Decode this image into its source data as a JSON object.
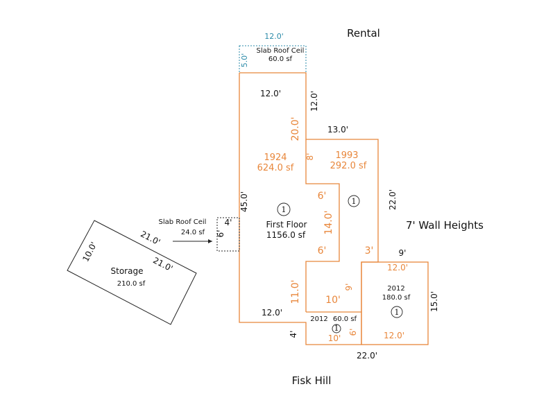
{
  "labels": {
    "rental": "Rental",
    "fisk_hill": "Fisk Hill",
    "wall_heights": "7' Wall Heights"
  },
  "slab_top": {
    "title": "Slab Roof Ceil",
    "area": "60.0 sf",
    "width": "12.0'",
    "depth": "5.0'"
  },
  "slab_left": {
    "title": "Slab Roof Ceil",
    "area": "24.0 sf",
    "width": "4'",
    "depth": "6'"
  },
  "storage": {
    "title": "Storage",
    "area": "210.0 sf",
    "len_top": "21.0'",
    "len_inner": "21.0'",
    "side": "10.0'"
  },
  "first_floor": {
    "title": "First Floor",
    "area": "1156.0 sf",
    "marker": "1",
    "marker2": "1"
  },
  "section_1924": {
    "year": "1924",
    "area": "624.0 sf"
  },
  "section_1993": {
    "year": "1993",
    "area": "292.0 sf"
  },
  "section_2012_right": {
    "year": "2012",
    "area": "180.0 sf",
    "marker": "1"
  },
  "section_2012_small": {
    "year": "2012",
    "area": "60.0 sf",
    "marker": "1"
  },
  "dimensions": {
    "top_12": "12.0'",
    "right_12": "12.0'",
    "d_20": "20.0'",
    "d_13": "13.0'",
    "d_8": "8'",
    "d_22_right": "22.0'",
    "d_45": "45.0'",
    "d_6_upper": "6'",
    "d_14": "14.0'",
    "d_6_lower": "6'",
    "d_3": "3'",
    "d_9_top": "9'",
    "d_12_r_top": "12.0'",
    "d_15": "15.0'",
    "d_12_r_bot": "12.0'",
    "d_11": "11.0'",
    "d_9_inner": "9'",
    "d_10": "10'",
    "d_12_bottom_left": "12.0'",
    "d_4": "4'",
    "d_10_small": "10'",
    "d_6_small": "6'",
    "d_22_bottom": "22.0'"
  }
}
